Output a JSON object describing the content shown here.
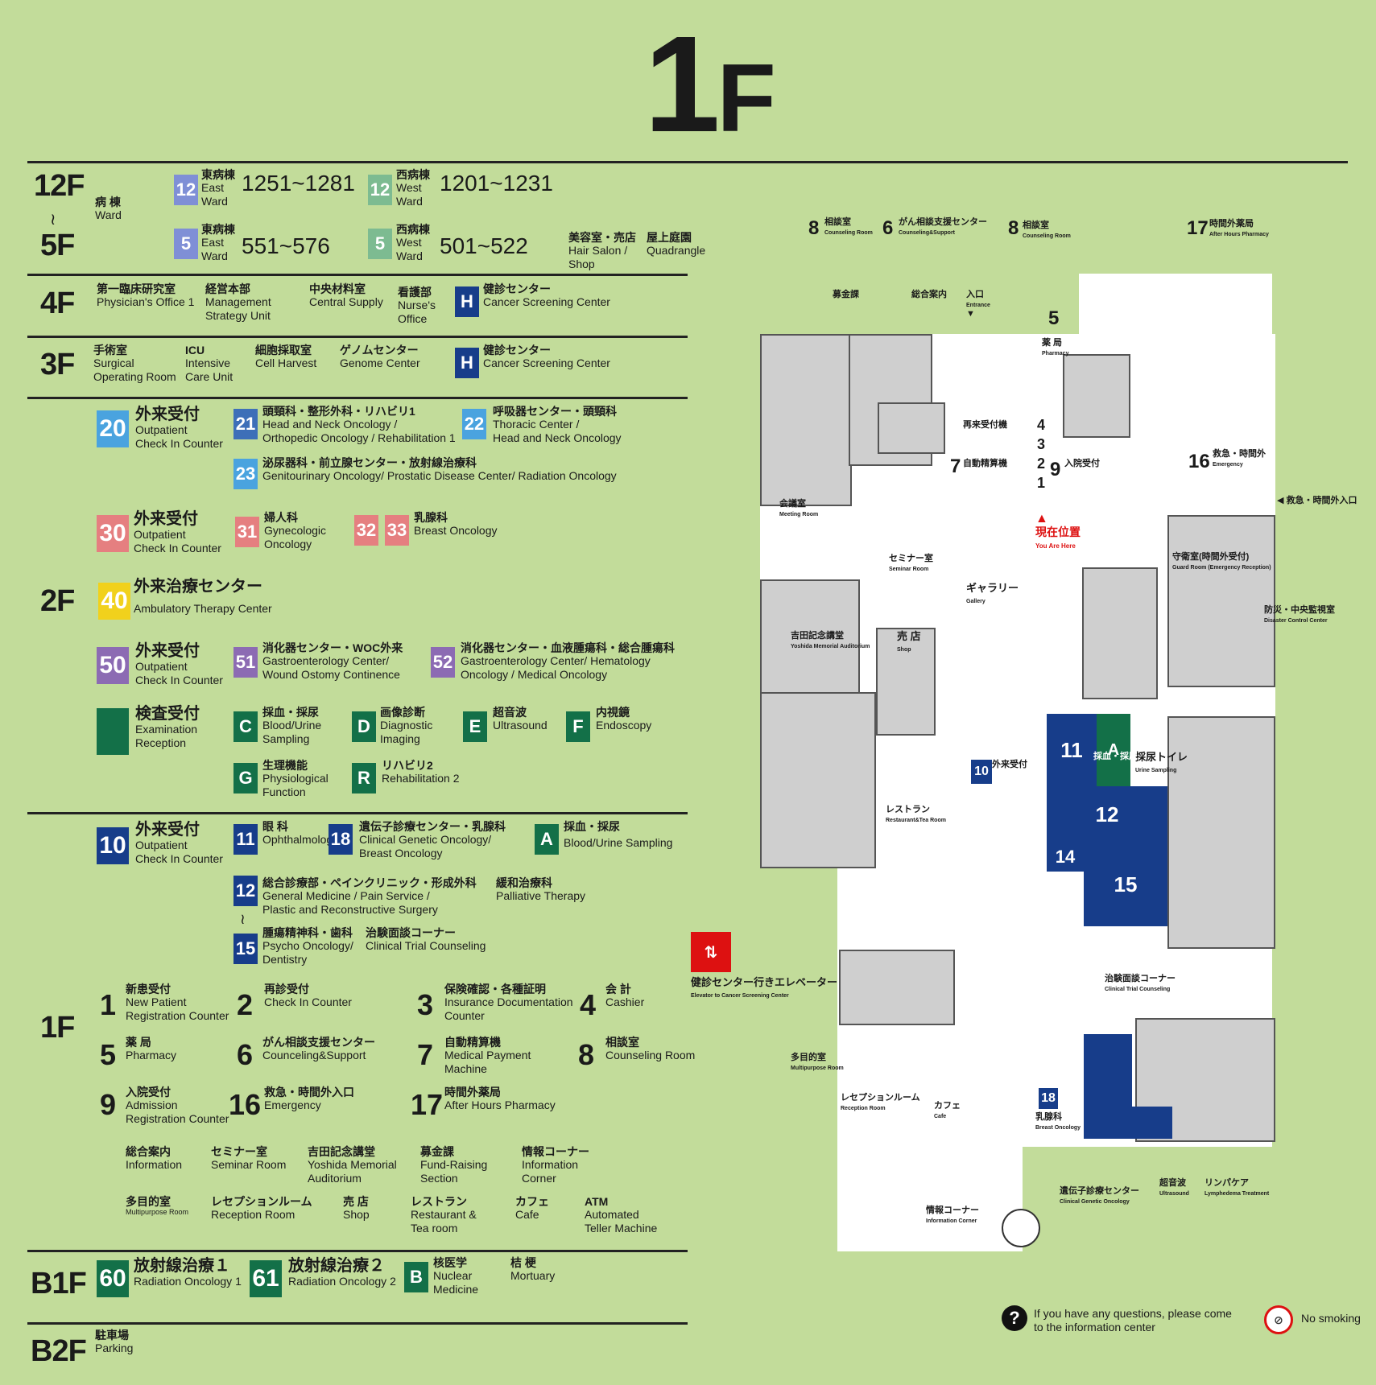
{
  "title": {
    "num": "1",
    "suffix": "F"
  },
  "floors": {
    "f12": "12F",
    "f5": "5F",
    "f4": "4F",
    "f3": "3F",
    "f2": "2F",
    "f1": "1F",
    "b1": "B1F",
    "b2": "B2F"
  },
  "ward": {
    "jp": "病 棟",
    "en": "Ward",
    "east12": {
      "badge": "12",
      "jp": "東病棟",
      "en1": "East",
      "en2": "Ward",
      "range": "1251~1281"
    },
    "west12": {
      "badge": "12",
      "jp": "西病棟",
      "en1": "West",
      "en2": "Ward",
      "range": "1201~1231"
    },
    "east5": {
      "badge": "5",
      "jp": "東病棟",
      "en1": "East",
      "en2": "Ward",
      "range": "551~576"
    },
    "west5": {
      "badge": "5",
      "jp": "西病棟",
      "en1": "West",
      "en2": "Ward",
      "range": "501~522"
    },
    "salon": {
      "jp": "美容室・売店",
      "en1": "Hair Salon /",
      "en2": "Shop"
    },
    "quad": {
      "jp": "屋上庭園",
      "en": "Quadrangle"
    }
  },
  "f4": {
    "a": {
      "jp": "第一臨床研究室",
      "en": "Physician's Office 1"
    },
    "b": {
      "jp": "経営本部",
      "en1": "Management",
      "en2": "Strategy Unit"
    },
    "c": {
      "jp": "中央材料室",
      "en": "Central Supply"
    },
    "d": {
      "jp": "看護部",
      "en1": "Nurse's",
      "en2": "Office"
    },
    "e": {
      "badge": "H",
      "jp": "健診センター",
      "en": "Cancer Screening Center"
    }
  },
  "f3": {
    "a": {
      "jp": "手術室",
      "en1": "Surgical",
      "en2": "Operating Room"
    },
    "b": {
      "jp": "ICU",
      "en1": "Intensive",
      "en2": "Care Unit"
    },
    "c": {
      "jp": "細胞採取室",
      "en": "Cell Harvest"
    },
    "d": {
      "jp": "ゲノムセンター",
      "en": "Genome Center"
    },
    "e": {
      "badge": "H",
      "jp": "健診センター",
      "en": "Cancer Screening Center"
    }
  },
  "f2": {
    "b20": {
      "badge": "20",
      "jp": "外来受付",
      "en1": "Outpatient",
      "en2": "Check In Counter"
    },
    "b21": {
      "badge": "21",
      "jp": "頭頸科・整形外科・リハビリ1",
      "en1": "Head and Neck Oncology /",
      "en2": "Orthopedic Oncology / Rehabilitation 1"
    },
    "b22": {
      "badge": "22",
      "jp": "呼吸器センター・頭頸科",
      "en1": "Thoracic Center /",
      "en2": "Head and Neck Oncology"
    },
    "b23": {
      "badge": "23",
      "jp": "泌尿器科・前立腺センター・放射線治療科",
      "en": "Genitourinary Oncology/ Prostatic Disease Center/ Radiation Oncology"
    },
    "b30": {
      "badge": "30",
      "jp": "外来受付",
      "en1": "Outpatient",
      "en2": "Check In Counter"
    },
    "b31": {
      "badge": "31",
      "jp": "婦人科",
      "en1": "Gynecologic",
      "en2": "Oncology"
    },
    "b32": {
      "badge": "32"
    },
    "b33": {
      "badge": "33",
      "jp": "乳腺科",
      "en": "Breast Oncology"
    },
    "b40": {
      "badge": "40",
      "jp": "外来治療センター",
      "en": "Ambulatory Therapy Center"
    },
    "b50": {
      "badge": "50",
      "jp": "外来受付",
      "en1": "Outpatient",
      "en2": "Check In Counter"
    },
    "b51": {
      "badge": "51",
      "jp": "消化器センター・WOC外来",
      "en1": "Gastroenterology Center/",
      "en2": "Wound Ostomy Continence"
    },
    "b52": {
      "badge": "52",
      "jp": "消化器センター・血液腫瘍科・総合腫瘍科",
      "en1": "Gastroenterology Center/ Hematology",
      "en2": "Oncology / Medical Oncology"
    },
    "exam": {
      "jp": "検査受付",
      "en1": "Examination",
      "en2": "Reception"
    },
    "c": {
      "badge": "C",
      "jp": "採血・採尿",
      "en1": "Blood/Urine",
      "en2": "Sampling"
    },
    "d": {
      "badge": "D",
      "jp": "画像診断",
      "en1": "Diagnostic",
      "en2": "Imaging"
    },
    "e": {
      "badge": "E",
      "jp": "超音波",
      "en": "Ultrasound"
    },
    "f": {
      "badge": "F",
      "jp": "内視鏡",
      "en": "Endoscopy"
    },
    "g": {
      "badge": "G",
      "jp": "生理機能",
      "en1": "Physiological",
      "en2": "Function"
    },
    "r": {
      "badge": "R",
      "jp": "リハビリ2",
      "en": "Rehabilitation 2"
    }
  },
  "f1": {
    "b10": {
      "badge": "10",
      "jp": "外来受付",
      "en1": "Outpatient",
      "en2": "Check In Counter"
    },
    "b11": {
      "badge": "11",
      "jp": "眼 科",
      "en": "Ophthalmology"
    },
    "b18": {
      "badge": "18",
      "jp": "遺伝子診療センター・乳腺科",
      "en1": "Clinical Genetic Oncology/",
      "en2": "Breast Oncology"
    },
    "ba": {
      "badge": "A",
      "jp": "採血・採尿",
      "en": "Blood/Urine Sampling"
    },
    "b12": {
      "badge": "12",
      "jp": "総合診療部・ペインクリニック・形成外科",
      "en1": "General Medicine / Pain Service /",
      "en2": "Plastic and Reconstructive Surgery"
    },
    "kanwa": {
      "jp": "緩和治療科",
      "en": "Palliative Therapy"
    },
    "b15": {
      "badge": "15",
      "jp": "腫瘍精神科・歯科",
      "en1": "Psycho Oncology/",
      "en2": "Dentistry"
    },
    "chiken": {
      "jp": "治験面談コーナー",
      "en": "Clinical Trial Counseling"
    },
    "n1": {
      "n": "1",
      "jp": "新患受付",
      "en1": "New Patient",
      "en2": "Registration Counter"
    },
    "n2": {
      "n": "2",
      "jp": "再診受付",
      "en": "Check In Counter"
    },
    "n3": {
      "n": "3",
      "jp": "保険確認・各種証明",
      "en1": "Insurance Documentation",
      "en2": "Counter"
    },
    "n4": {
      "n": "4",
      "jp": "会 計",
      "en": "Cashier"
    },
    "n5": {
      "n": "5",
      "jp": "薬 局",
      "en": "Pharmacy"
    },
    "n6": {
      "n": "6",
      "jp": "がん相談支援センター",
      "en": "Counceling&Support"
    },
    "n7": {
      "n": "7",
      "jp": "自動精算機",
      "en1": "Medical Payment",
      "en2": "Machine"
    },
    "n8": {
      "n": "8",
      "jp": "相談室",
      "en": "Counseling Room"
    },
    "n9": {
      "n": "9",
      "jp": "入院受付",
      "en1": "Admission",
      "en2": "Registration Counter"
    },
    "n16": {
      "n": "16",
      "jp": "救急・時間外入口",
      "en": "Emergency"
    },
    "n17": {
      "n": "17",
      "jp": "時間外薬局",
      "en": "After Hours Pharmacy"
    },
    "info": {
      "jp": "総合案内",
      "en": "Information"
    },
    "seminar": {
      "jp": "セミナー室",
      "en": "Seminar Room"
    },
    "yoshida": {
      "jp": "吉田記念講堂",
      "en1": "Yoshida Memorial",
      "en2": "Auditorium"
    },
    "fund": {
      "jp": "募金課",
      "en1": "Fund-Raising",
      "en2": "Section"
    },
    "infocorner": {
      "jp": "情報コーナー",
      "en1": "Information",
      "en2": "Corner"
    },
    "multi": {
      "jp": "多目的室",
      "en": "Multipurpose Room"
    },
    "reception": {
      "jp": "レセプションルーム",
      "en": "Reception Room"
    },
    "shop": {
      "jp": "売 店",
      "en": "Shop"
    },
    "rest": {
      "jp": "レストラン",
      "en1": "Restaurant &",
      "en2": "Tea room"
    },
    "cafe": {
      "jp": "カフェ",
      "en": "Cafe"
    },
    "atm": {
      "jp": "ATM",
      "en1": "Automated",
      "en2": "Teller Machine"
    }
  },
  "b1f": {
    "b60": {
      "badge": "60",
      "jp": "放射線治療１",
      "en": "Radiation Oncology 1"
    },
    "b61": {
      "badge": "61",
      "jp": "放射線治療２",
      "en": "Radiation Oncology 2"
    },
    "bb": {
      "badge": "B",
      "jp": "核医学",
      "en1": "Nuclear",
      "en2": "Medicine"
    },
    "mort": {
      "jp": "桔 梗",
      "en": "Mortuary"
    }
  },
  "b2f": {
    "jp": "駐車場",
    "en": "Parking"
  },
  "map": {
    "counsel": "相談室",
    "counselEn": "Counseling Room",
    "support": "がん相談支援センター",
    "supportEn": "Counseling&Support",
    "afterHours": "時間外薬局",
    "afterHoursEn": "After Hours Pharmacy",
    "fundraising": "募金課",
    "info": "総合案内",
    "entrance": "入口",
    "entranceEn": "Entrance",
    "pharmacy": "薬 局",
    "pharmacyEn": "Pharmacy",
    "reentry": "再来受付機",
    "autopay": "自動精算機",
    "admission": "入院受付",
    "emergency": "救急・時間外",
    "emergencyEn": "Emergency",
    "emergEntrance": "◀ 救急・時間外入口",
    "meeting": "会議室",
    "meetingEn": "Meeting Room",
    "youHere": "現在位置",
    "youHereEn": "You Are Here",
    "seminar": "セミナー室",
    "seminarEn": "Seminar Room",
    "gallery": "ギャラリー",
    "galleryEn": "Gallery",
    "guard": "守衛室(時間外受付)",
    "guardEn": "Guard Room (Emergency Reception)",
    "disaster": "防災・中央監視室",
    "disasterEn": "Disaster Control Center",
    "yoshida": "吉田記念講堂",
    "yoshidaEn": "Yoshida Memorial Auditorium",
    "shop": "売 店",
    "shopEn": "Shop",
    "urine": "採尿トイレ",
    "urineEn": "Urine Sampling",
    "blood": "採血・採尿",
    "outpt": "外来受付",
    "rest": "レストラン",
    "restEn": "Restaurant&Tea Room",
    "elev": "健診センター行きエレベーター",
    "elevEn": "Elevator to Cancer Screening Center",
    "trial": "治験面談コーナー",
    "trialEn": "Clinical Trial Counseling",
    "multi": "多目的室",
    "multiEn": "Multipurpose Room",
    "reception": "レセプションルーム",
    "receptionEn": "Reception Room",
    "cafe": "カフェ",
    "cafeEn": "Cafe",
    "breast": "乳腺科",
    "breastEn": "Breast Oncology",
    "genetic": "遺伝子診療センター",
    "geneticEn": "Clinical Genetic Oncology",
    "ultra": "超音波",
    "ultraEn": "Ultrasound",
    "lymph": "リンパケア",
    "lymphEn": "Lymphedema Treatment",
    "infocorner": "情報コーナー",
    "infocornerEn": "Information Corner",
    "n8": "8",
    "n6": "6",
    "n17": "17",
    "n5": "5",
    "n16": "16",
    "n9": "9",
    "n7": "7",
    "s1": "1",
    "s2": "2",
    "s3": "3",
    "s4": "4",
    "r11": "11",
    "r12": "12",
    "r14": "14",
    "r15": "15",
    "rA": "A",
    "r10": "10",
    "r18": "18"
  },
  "footer": {
    "question": "If you have any questions, please come",
    "question2": "to the information center",
    "nosmoke": "No smoking"
  }
}
